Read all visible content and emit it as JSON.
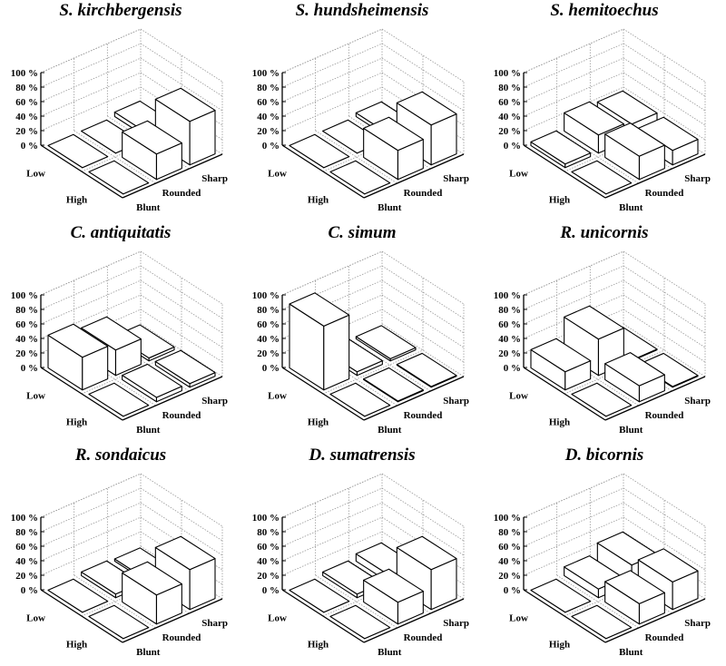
{
  "chart_data": [
    {
      "type": "bar3d",
      "title": "S. kirchbergensis",
      "rows": [
        "Low",
        "High"
      ],
      "columns": [
        "Blunt",
        "Rounded",
        "Sharp"
      ],
      "values": [
        [
          0,
          0,
          6
        ],
        [
          0,
          35,
          60
        ]
      ]
    },
    {
      "type": "bar3d",
      "title": "S. hundsheimensis",
      "rows": [
        "Low",
        "High"
      ],
      "columns": [
        "Blunt",
        "Rounded",
        "Sharp"
      ],
      "values": [
        [
          0,
          0,
          5
        ],
        [
          0,
          40,
          55
        ]
      ]
    },
    {
      "type": "bar3d",
      "title": "S. hemitoechus",
      "rows": [
        "Low",
        "High"
      ],
      "columns": [
        "Blunt",
        "Rounded",
        "Sharp"
      ],
      "values": [
        [
          5,
          25,
          20
        ],
        [
          0,
          32,
          20
        ]
      ]
    },
    {
      "type": "bar3d",
      "title": "C. antiquitatis",
      "rows": [
        "Low",
        "High"
      ],
      "columns": [
        "Blunt",
        "Rounded",
        "Sharp"
      ],
      "values": [
        [
          45,
          35,
          4
        ],
        [
          0,
          6,
          5
        ]
      ]
    },
    {
      "type": "bar3d",
      "title": "C. simum",
      "rows": [
        "Low",
        "High"
      ],
      "columns": [
        "Blunt",
        "Rounded",
        "Sharp"
      ],
      "values": [
        [
          88,
          5,
          3
        ],
        [
          0,
          1,
          1
        ]
      ]
    },
    {
      "type": "bar3d",
      "title": "R. unicornis",
      "rows": [
        "Low",
        "High"
      ],
      "columns": [
        "Blunt",
        "Rounded",
        "Sharp"
      ],
      "values": [
        [
          25,
          50,
          1
        ],
        [
          0,
          22,
          1
        ]
      ]
    },
    {
      "type": "bar3d",
      "title": "R. sondaicus",
      "rows": [
        "Low",
        "High"
      ],
      "columns": [
        "Blunt",
        "Rounded",
        "Sharp"
      ],
      "values": [
        [
          0,
          5,
          3
        ],
        [
          0,
          40,
          55
        ]
      ]
    },
    {
      "type": "bar3d",
      "title": "D. sumatrensis",
      "rows": [
        "Low",
        "High"
      ],
      "columns": [
        "Blunt",
        "Rounded",
        "Sharp"
      ],
      "values": [
        [
          0,
          5,
          10
        ],
        [
          0,
          30,
          55
        ]
      ]
    },
    {
      "type": "bar3d",
      "title": "D. bicornis",
      "rows": [
        "Low",
        "High"
      ],
      "columns": [
        "Blunt",
        "Rounded",
        "Sharp"
      ],
      "values": [
        [
          0,
          12,
          25
        ],
        [
          0,
          28,
          38
        ]
      ]
    }
  ],
  "axis": {
    "ylim": [
      0,
      100
    ],
    "ticks": [
      0,
      20,
      40,
      60,
      80,
      100
    ],
    "tick_labels": [
      "0 %",
      "20 %",
      "40 %",
      "60 %",
      "80 %",
      "100 %"
    ],
    "grid": true
  }
}
